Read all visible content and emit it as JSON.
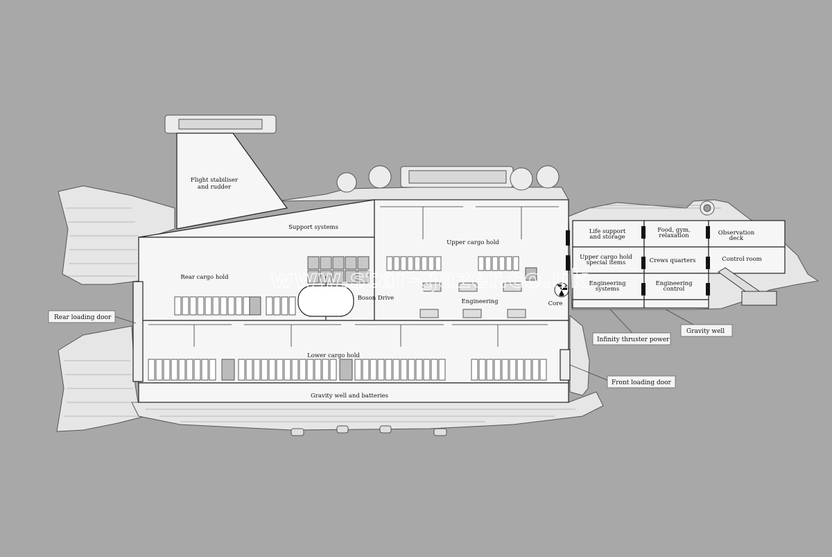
{
  "watermark": "www.star-gazer.co.uk",
  "rooms": {
    "flight_stabiliser": [
      "Flight stabiliser",
      "and rudder"
    ],
    "support_systems": "Support systems",
    "rear_cargo_hold": "Rear cargo hold",
    "upper_cargo_hold": "Upper cargo hold",
    "boson_drive": "Boson Drive",
    "engineering": "Engineering",
    "core": "Core",
    "lower_cargo_hold": "Lower cargo hold",
    "gravity_well_batteries": "Gravity well and batteries",
    "life_support": [
      "Life support",
      "and storage"
    ],
    "food_gym": [
      "Food, gym,",
      "relaxation"
    ],
    "observation_deck": [
      "Observation",
      "deck"
    ],
    "upper_cargo_special": [
      "Upper cargo hold",
      "special items"
    ],
    "crews_quarters": "Crews quarters",
    "control_room": "Control room",
    "engineering_systems": [
      "Engineering",
      "systems"
    ],
    "engineering_control": [
      "Engineering",
      "control"
    ]
  },
  "callouts": {
    "rear_loading_door": "Rear loading door",
    "infinity_thruster_power": "Infinity thruster power",
    "gravity_well": "Gravity well",
    "front_loading_door": "Front loading door"
  }
}
